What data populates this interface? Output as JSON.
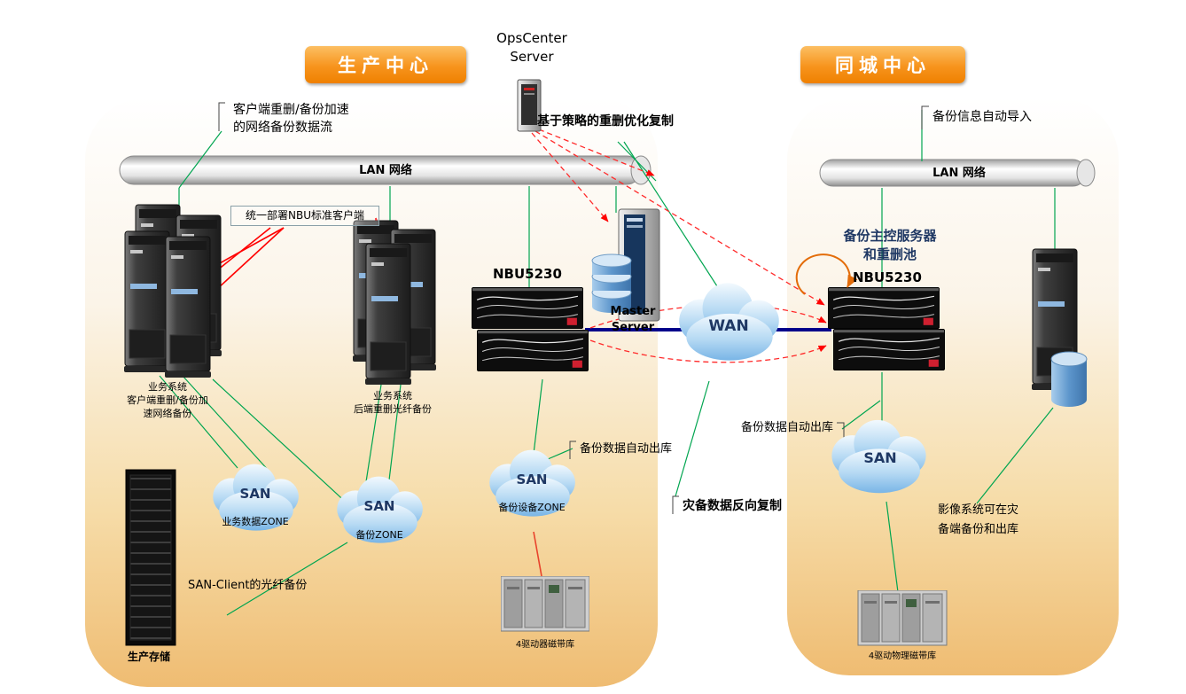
{
  "titles": {
    "production": "生产中心",
    "disaster": "同城中心"
  },
  "lan": {
    "left": "LAN 网络",
    "right": "LAN 网络"
  },
  "nodes": {
    "opscenter": "OpsCenter\nServer",
    "master": "Master\nServer",
    "nbu_left": "NBU5230",
    "nbu_right": "NBU5230",
    "nbu_right_role": "备份主控服务器\n和重删池",
    "wan": "WAN",
    "san1": "SAN",
    "san1_zone": "业务数据ZONE",
    "san2": "SAN",
    "san2_zone": "备份ZONE",
    "san3": "SAN",
    "san3_zone": "备份设备ZONE",
    "san_right": "SAN",
    "storage": "生产存储",
    "tape_left": "4驱动器磁带库",
    "tape_right": "4驱动物理磁带库"
  },
  "annotations": {
    "client_dedupe": "客户端重删/备份加速\n的网络备份数据流",
    "nbu_client": "统一部署NBU标准客户端",
    "policy_repl": "基于策略的重删优化复制",
    "auto_import": "备份信息自动导入",
    "cluster1": "业务系统\n客户端重删/备份加\n速网络备份",
    "cluster2": "业务系统\n后端重删光纤备份",
    "auto_out_left": "备份数据自动出库",
    "reverse_repl": "灾备数据反向复制",
    "auto_out_right": "备份数据自动出库",
    "san_client": "SAN-Client的光纤备份",
    "image_system": "影像系统可在灾\n备端备份和出库"
  },
  "colors": {
    "banner_orange": "#F7941D",
    "panel_bottom": "#EFBC72",
    "green_link": "#00A550",
    "red_arrow": "#FF0000",
    "blue_link": "#00008B",
    "cloud_blue": "#79B5E6",
    "orange_arc": "#E36C09",
    "navy_text": "#1F3864"
  }
}
